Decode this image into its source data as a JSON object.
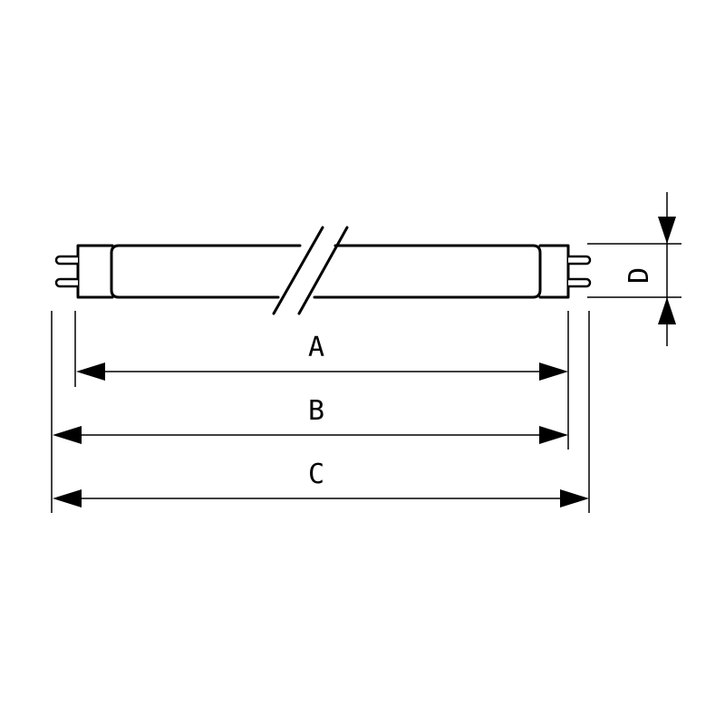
{
  "diagram": {
    "dimensions": {
      "a_label": "A",
      "b_label": "B",
      "c_label": "C",
      "d_label": "D"
    }
  },
  "colors": {
    "stroke": "#000000",
    "background": "#ffffff"
  }
}
